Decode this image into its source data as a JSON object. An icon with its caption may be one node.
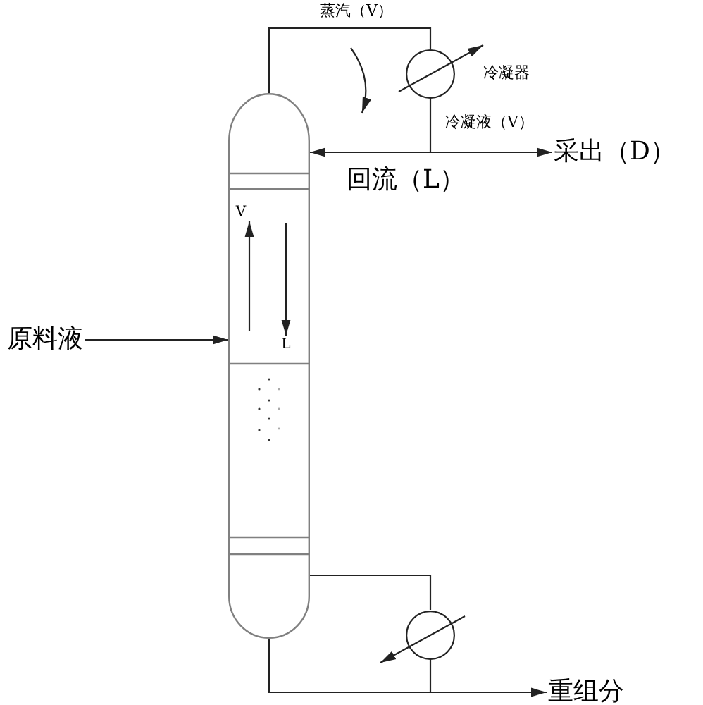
{
  "diagram": {
    "nodes": [
      {
        "text": [],
        "shape": "cylinder"
      },
      {
        "text": [],
        "shape": "circle",
        "beside": [
          "冷凝器"
        ]
      },
      {
        "text": [
          "采出（D）"
        ]
      },
      {
        "text": [
          "原料液"
        ]
      },
      {
        "text": [],
        "shape": "circle"
      },
      {
        "text": [
          "重组分"
        ]
      }
    ],
    "edges": [
      {
        "from": 0,
        "to": 1,
        "arrow": "none",
        "label": "蒸汽（V）"
      },
      {
        "from": 1,
        "to": 0,
        "arrow": "to",
        "label": "回流（L）"
      },
      {
        "from": 1,
        "to": 2,
        "arrow": "to"
      },
      {
        "from": 3,
        "to": 0,
        "arrow": "to"
      },
      {
        "from": 0,
        "to": 4,
        "arrow": "none"
      },
      {
        "from": 0,
        "to": 5,
        "arrow": "to"
      },
      {
        "from": 4,
        "to": 5,
        "arrow": "to"
      }
    ],
    "labels": [
      "冷凝液（V）",
      "V",
      "L"
    ]
  }
}
